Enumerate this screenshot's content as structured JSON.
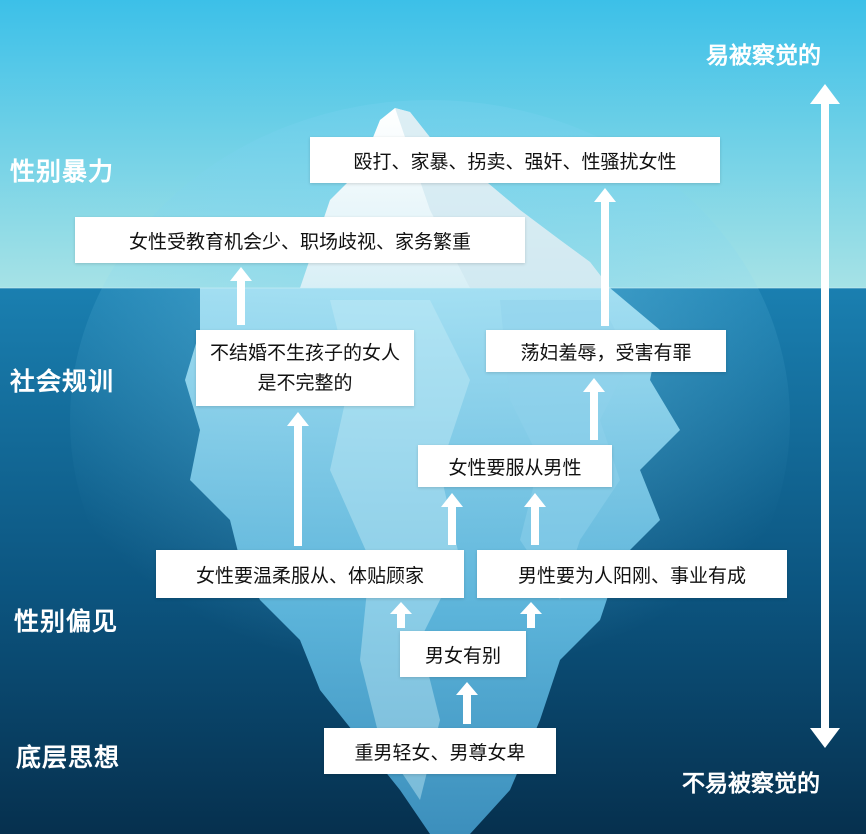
{
  "colors": {
    "sky_top": "#3cc0e8",
    "sky_bottom": "#a6e2e6",
    "sea_top": "#1a7fb0",
    "sea_bottom": "#06304e",
    "ice_light": "#e9f7fb",
    "ice_mid": "#9fd8ee",
    "ice_dark": "#5fb4dc",
    "box_bg": "#ffffff",
    "arrow": "#ffffff"
  },
  "layers": {
    "violence": "性别暴力",
    "discipline": "社会规训",
    "prejudice": "性别偏见",
    "underlying": "底层思想"
  },
  "visibility": {
    "top": "易被察觉的",
    "bottom": "不易被察觉的"
  },
  "boxes": {
    "violence_acts": "殴打、家暴、拐卖、强奸、性骚扰女性",
    "discrimination": "女性受教育机会少、职场歧视、家务繁重",
    "incomplete_woman": "不结婚不生孩子的女人是不完整的",
    "victim_blaming": "荡妇羞辱，受害有罪",
    "obey_men": "女性要服从男性",
    "gentle_women": "女性要温柔服从、体贴顾家",
    "masculine_men": "男性要为人阳刚、事业有成",
    "gender_distinction": "男女有别",
    "patriarchy": "重男轻女、男尊女卑"
  }
}
